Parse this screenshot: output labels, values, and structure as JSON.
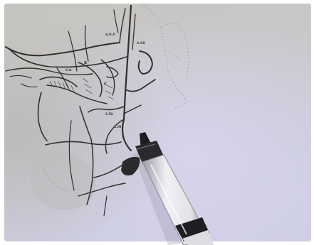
{
  "photo": {
    "kind": "photograph of an anatomical line drawing with a pen-shaped instrument",
    "colors": {
      "paper_top": "#c4c3c1",
      "paper_bottom": "#cfd0e3",
      "lavender_tint": "#d9d6ef",
      "ink": "#332f2c",
      "faint_ink": "#7c7874",
      "instrument_body": "#e2e2e6",
      "instrument_dark": "#1d1c1e"
    },
    "labels": [
      "a.n.n",
      "c.ss",
      "a",
      "c",
      "c.a",
      "c.ta",
      "c.m"
    ]
  }
}
